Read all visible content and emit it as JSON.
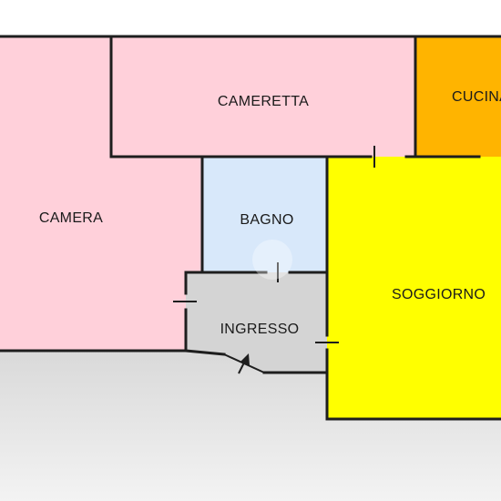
{
  "rooms": {
    "camera": {
      "label": "CAMERA",
      "color": "#ffd0da"
    },
    "cameretta": {
      "label": "CAMERETTA",
      "color": "#ffd0da"
    },
    "cucina": {
      "label": "CUCINA",
      "color": "#ffb400"
    },
    "bagno": {
      "label": "BAGNO",
      "color": "#d8e8fa"
    },
    "ingresso": {
      "label": "INGRESSO",
      "color": "#d4d4d4"
    },
    "soggiorno": {
      "label": "SOGGIORNO",
      "color": "#ffff00"
    }
  },
  "colors": {
    "wall": "#1e1e1e",
    "outside_top": "#ffffff",
    "outside_ground": "#d7d7d7"
  }
}
